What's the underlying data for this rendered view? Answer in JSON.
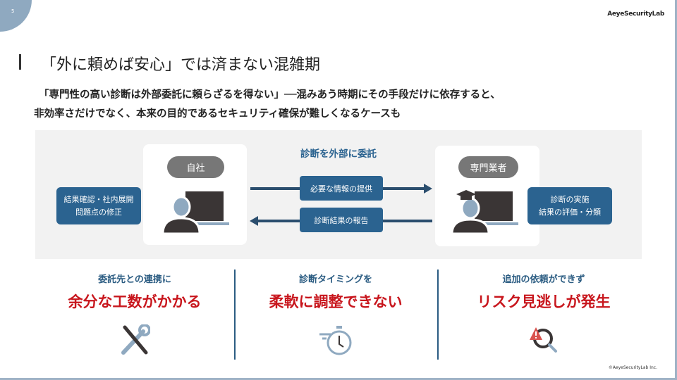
{
  "page_number": "5",
  "logo": "AeyeSecurityLab",
  "title": "「外に頼めば安心」では済まない混雑期",
  "lead": [
    "「専門性の高い診断は外部委託に頼らざるを得ない」──混みあう時期にその手段だけに依存すると、",
    "非効率さだけでなく、本来の目的であるセキュリティ確保が難しくなるケースも"
  ],
  "diagram": {
    "header": "診断を外部に委託",
    "left_pill": "自社",
    "right_pill": "専門業者",
    "left_box": [
      "結果確認・社内展開",
      "問題点の修正"
    ],
    "right_box": [
      "診断の実施",
      "結果の評価・分類"
    ],
    "arrow_forward": "必要な情報の提供",
    "arrow_back": "診断結果の報告"
  },
  "columns": [
    {
      "heading": "委託先との連携に",
      "problem": "余分な工数がかかる",
      "icon": "tools-icon"
    },
    {
      "heading": "診断タイミングを",
      "problem": "柔軟に調整できない",
      "icon": "stopwatch-icon"
    },
    {
      "heading": "追加の依頼ができず",
      "problem": "リスク見逃しが発生",
      "icon": "warning-search-icon"
    }
  ],
  "copyright": "©AeyeSecurityLab Inc.",
  "colors": {
    "accent": "#2b6390",
    "alert": "#c8161d",
    "gray": "#777777"
  }
}
